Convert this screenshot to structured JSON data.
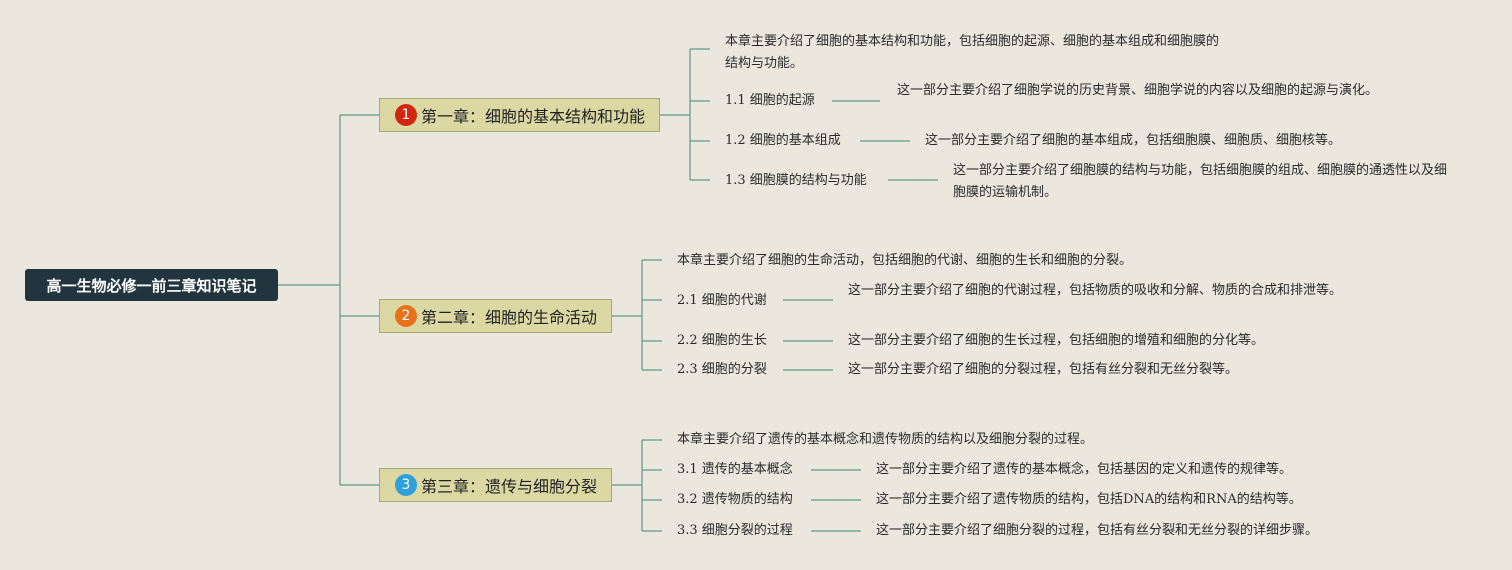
{
  "root": {
    "title": "高一生物必修一前三章知识笔记"
  },
  "chapters": [
    {
      "number": "1",
      "title": "第一章：细胞的基本结构和功能",
      "color": "#d3260f",
      "summary": "本章主要介绍了细胞的基本结构和功能，包括细胞的起源、细胞的基本组成和细胞膜的结构与功能。",
      "sections": [
        {
          "label": "1.1 细胞的起源",
          "detail": "这一部分主要介绍了细胞学说的历史背景、细胞学说的内容以及细胞的起源与演化。"
        },
        {
          "label": "1.2 细胞的基本组成",
          "detail": "这一部分主要介绍了细胞的基本组成，包括细胞膜、细胞质、细胞核等。"
        },
        {
          "label": "1.3 细胞膜的结构与功能",
          "detail": "这一部分主要介绍了细胞膜的结构与功能，包括细胞膜的组成、细胞膜的通透性以及细胞膜的运输机制。"
        }
      ]
    },
    {
      "number": "2",
      "title": "第二章：细胞的生命活动",
      "color": "#e8711c",
      "summary": "本章主要介绍了细胞的生命活动，包括细胞的代谢、细胞的生长和细胞的分裂。",
      "sections": [
        {
          "label": "2.1 细胞的代谢",
          "detail": "这一部分主要介绍了细胞的代谢过程，包括物质的吸收和分解、物质的合成和排泄等。"
        },
        {
          "label": "2.2 细胞的生长",
          "detail": "这一部分主要介绍了细胞的生长过程，包括细胞的增殖和细胞的分化等。"
        },
        {
          "label": "2.3 细胞的分裂",
          "detail": "这一部分主要介绍了细胞的分裂过程，包括有丝分裂和无丝分裂等。"
        }
      ]
    },
    {
      "number": "3",
      "title": "第三章：遗传与细胞分裂",
      "color": "#2d9fd9",
      "summary": "本章主要介绍了遗传的基本概念和遗传物质的结构以及细胞分裂的过程。",
      "sections": [
        {
          "label": "3.1 遗传的基本概念",
          "detail": "这一部分主要介绍了遗传的基本概念，包括基因的定义和遗传的规律等。"
        },
        {
          "label": "3.2 遗传物质的结构",
          "detail": "这一部分主要介绍了遗传物质的结构，包括DNA的结构和RNA的结构等。"
        },
        {
          "label": "3.3 细胞分裂的过程",
          "detail": "这一部分主要介绍了细胞分裂的过程，包括有丝分裂和无丝分裂的详细步骤。"
        }
      ]
    }
  ]
}
